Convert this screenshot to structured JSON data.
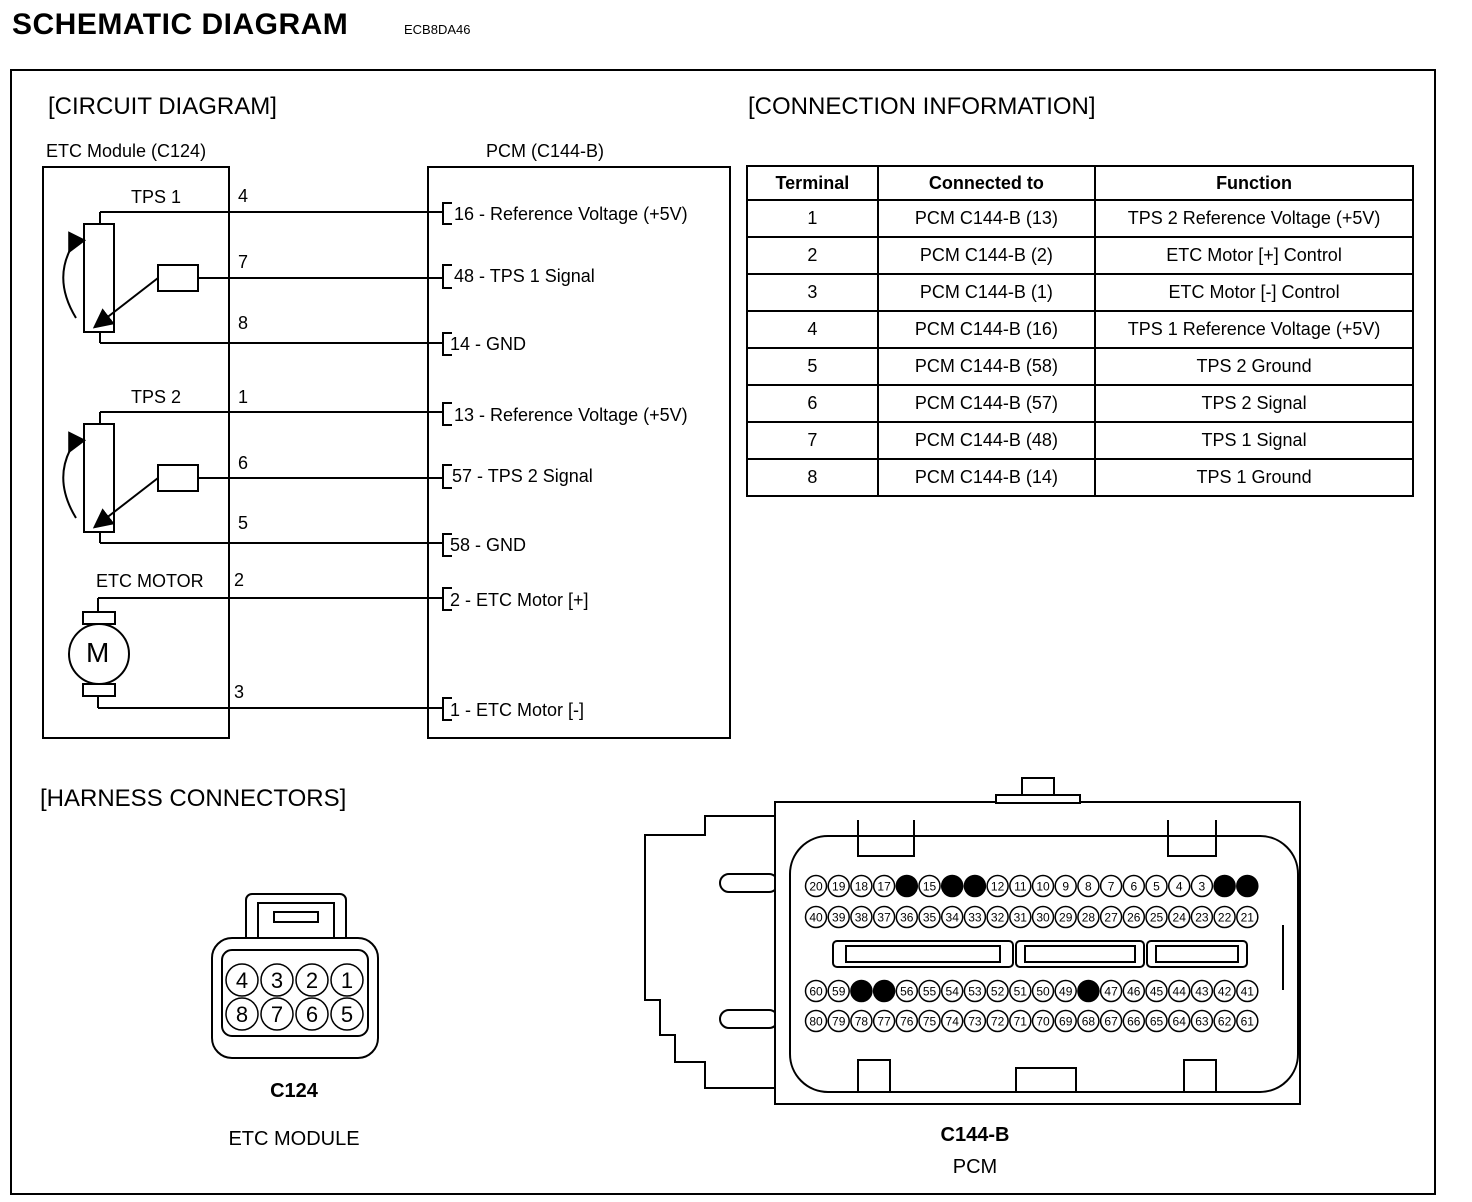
{
  "header": {
    "title": "SCHEMATIC DIAGRAM",
    "code": "ECB8DA46"
  },
  "sections": {
    "circuit": "[CIRCUIT DIAGRAM]",
    "connection": "[CONNECTION INFORMATION]",
    "harness": "[HARNESS CONNECTORS]"
  },
  "circuit": {
    "etc_module_label": "ETC Module (C124)",
    "pcm_label": "PCM (C144-B)",
    "tps1_label": "TPS 1",
    "tps2_label": "TPS 2",
    "motor_label": "ETC MOTOR",
    "motor_symbol": "M",
    "module_pins": [
      "4",
      "7",
      "8",
      "1",
      "6",
      "5",
      "2",
      "3"
    ],
    "pcm_pins": [
      "16 - Reference Voltage (+5V)",
      "48 - TPS 1 Signal",
      "14 - GND",
      "13 - Reference Voltage (+5V)",
      "57 - TPS 2 Signal",
      "58 - GND",
      "2 - ETC Motor [+]",
      "1 - ETC Motor [-]"
    ]
  },
  "table": {
    "headers": [
      "Terminal",
      "Connected to",
      "Function"
    ],
    "rows": [
      [
        "1",
        "PCM C144-B (13)",
        "TPS 2 Reference Voltage (+5V)"
      ],
      [
        "2",
        "PCM C144-B (2)",
        "ETC Motor [+] Control"
      ],
      [
        "3",
        "PCM C144-B (1)",
        "ETC Motor [-] Control"
      ],
      [
        "4",
        "PCM C144-B (16)",
        "TPS 1 Reference Voltage (+5V)"
      ],
      [
        "5",
        "PCM C144-B (58)",
        "TPS 2 Ground"
      ],
      [
        "6",
        "PCM C144-B (57)",
        "TPS 2 Signal"
      ],
      [
        "7",
        "PCM C144-B (48)",
        "TPS 1 Signal"
      ],
      [
        "8",
        "PCM C144-B (14)",
        "TPS 1 Ground"
      ]
    ]
  },
  "connectors": {
    "c124": {
      "name": "C124",
      "desc": "ETC MODULE",
      "top_row": [
        "4",
        "3",
        "2",
        "1"
      ],
      "bottom_row": [
        "8",
        "7",
        "6",
        "5"
      ]
    },
    "c144b": {
      "name": "C144-B",
      "desc": "PCM",
      "row1": [
        "20",
        "19",
        "18",
        "17",
        "",
        "15",
        "",
        "",
        "12",
        "11",
        "10",
        "9",
        "8",
        "7",
        "6",
        "5",
        "4",
        "3",
        "",
        ""
      ],
      "row2": [
        "40",
        "39",
        "38",
        "37",
        "36",
        "35",
        "34",
        "33",
        "32",
        "31",
        "30",
        "29",
        "28",
        "27",
        "26",
        "25",
        "24",
        "23",
        "22",
        "21"
      ],
      "row3": [
        "60",
        "59",
        "",
        "",
        "56",
        "55",
        "54",
        "53",
        "52",
        "51",
        "50",
        "49",
        "",
        "47",
        "46",
        "45",
        "44",
        "43",
        "42",
        "41"
      ],
      "row4": [
        "80",
        "79",
        "78",
        "77",
        "76",
        "75",
        "74",
        "73",
        "72",
        "71",
        "70",
        "69",
        "68",
        "67",
        "66",
        "65",
        "64",
        "63",
        "62",
        "61"
      ]
    }
  }
}
